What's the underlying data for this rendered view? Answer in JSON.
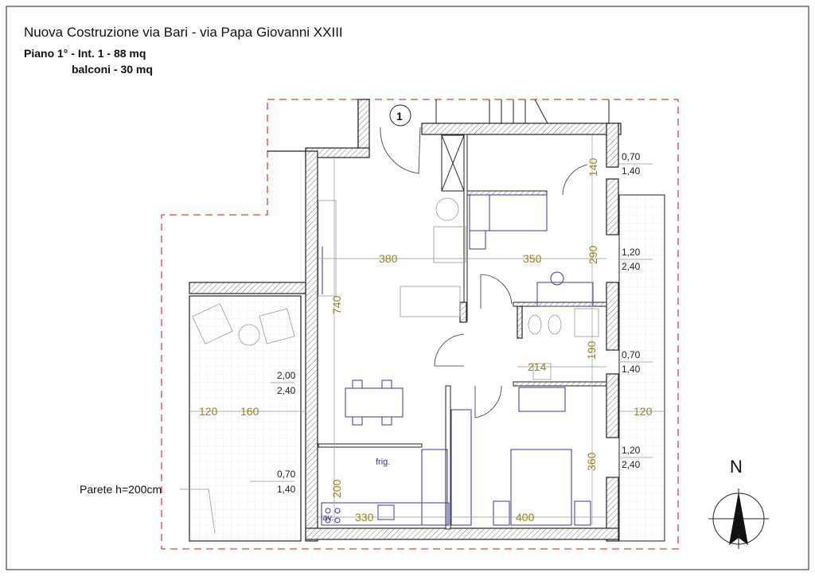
{
  "header": {
    "title": "Nuova Costruzione via Bari - via Papa Giovanni XXIII",
    "floor_info": "Piano 1° - Int. 1 - 88 mq",
    "balconies": "balconi - 30 mq"
  },
  "plan": {
    "unit_number": "1",
    "dimensions": {
      "living_width": "380",
      "bedroom_width": "350",
      "living_depth": "740",
      "entry_depth": "140",
      "bedroom_depth": "290",
      "bath_depth": "190",
      "bath_width": "214",
      "master_depth": "360",
      "balcony_left_a": "120",
      "balcony_left_b": "160",
      "balcony_right": "120",
      "kitchen_depth": "200",
      "kitchen_width": "330",
      "master_width": "400"
    },
    "windows": [
      {
        "w": "0,70",
        "h": "1,40"
      },
      {
        "w": "1,20",
        "h": "2,40"
      },
      {
        "w": "0,70",
        "h": "1,40"
      },
      {
        "w": "1,20",
        "h": "2,40"
      },
      {
        "w": "2,00",
        "h": "2,40"
      },
      {
        "w": "0,70",
        "h": "1,40"
      }
    ],
    "wall_note": "Parete h=200cm",
    "fridge_label": "frig.",
    "sink_label": "lav.",
    "north_label": "N"
  },
  "colors": {
    "dimension": "#9a8516",
    "boundary": "#d04848",
    "furniture": "#3a3a9a"
  }
}
